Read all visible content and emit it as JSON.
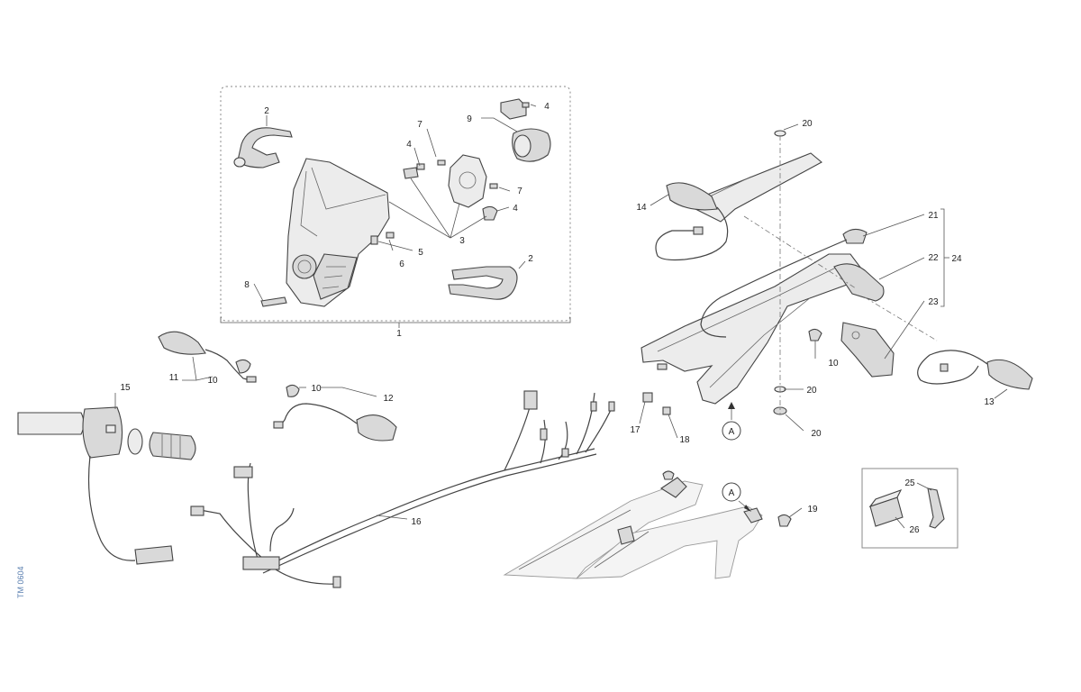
{
  "drawing_code": "TM 0604",
  "callouts": {
    "n1": "1",
    "n2": "2",
    "n3": "3",
    "n4": "4",
    "n5": "5",
    "n6": "6",
    "n7": "7",
    "n8": "8",
    "n9": "9",
    "n10": "10",
    "n11": "11",
    "n12": "12",
    "n13": "13",
    "n14": "14",
    "n15": "15",
    "n16": "16",
    "n17": "17",
    "n18": "18",
    "n19": "19",
    "n20": "20",
    "n21": "21",
    "n22": "22",
    "n23": "23",
    "n24": "24",
    "n25": "25",
    "n26": "26"
  },
  "reference_marks": {
    "a": "A"
  }
}
